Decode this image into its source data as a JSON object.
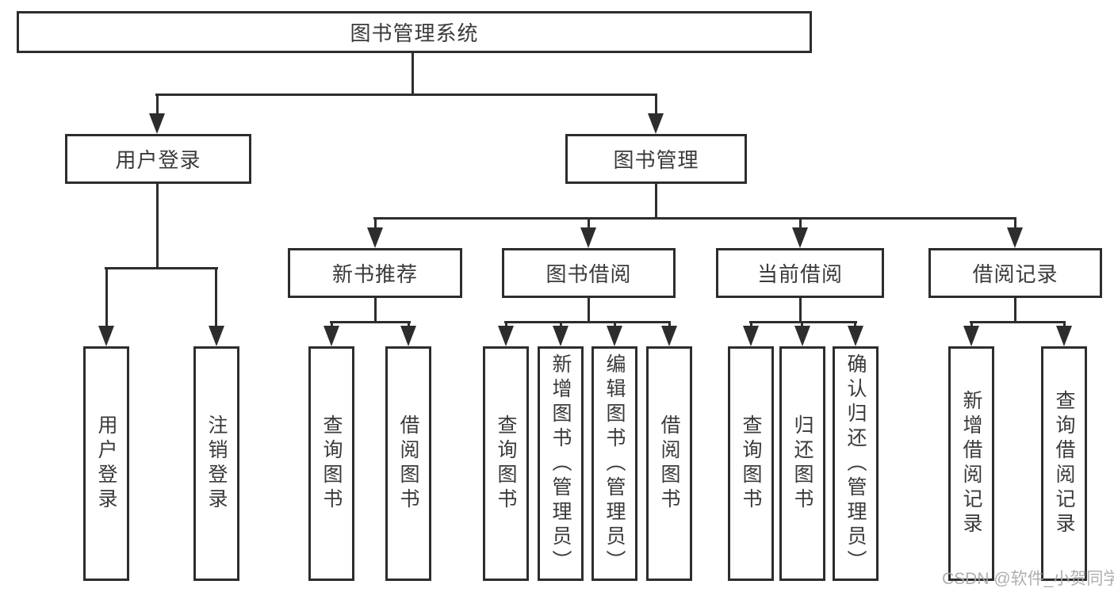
{
  "diagram": {
    "root": "图书管理系统",
    "branches": {
      "user_login": "用户登录",
      "book_mgmt": "图书管理"
    },
    "modules": [
      "新书推荐",
      "图书借阅",
      "当前借阅",
      "借阅记录"
    ],
    "leaves": {
      "user_login": [
        "用户登录",
        "注销登录"
      ],
      "new_book": [
        "查询图书",
        "借阅图书"
      ],
      "borrow": [
        "查询图书",
        "新增图书（管理员）",
        "编辑图书（管理员）",
        "借阅图书"
      ],
      "current": [
        "查询图书",
        "归还图书",
        "确认归还（管理员）"
      ],
      "records": [
        "新增借阅记录",
        "查询借阅记录"
      ]
    }
  },
  "watermark": "CSDN @软件_小贺同学",
  "colors": {
    "line": "#2d2d2d",
    "box_border": "#2d2d2d",
    "text": "#3a3a3a",
    "background": "#ffffff",
    "watermark": "#a8a8a8"
  }
}
